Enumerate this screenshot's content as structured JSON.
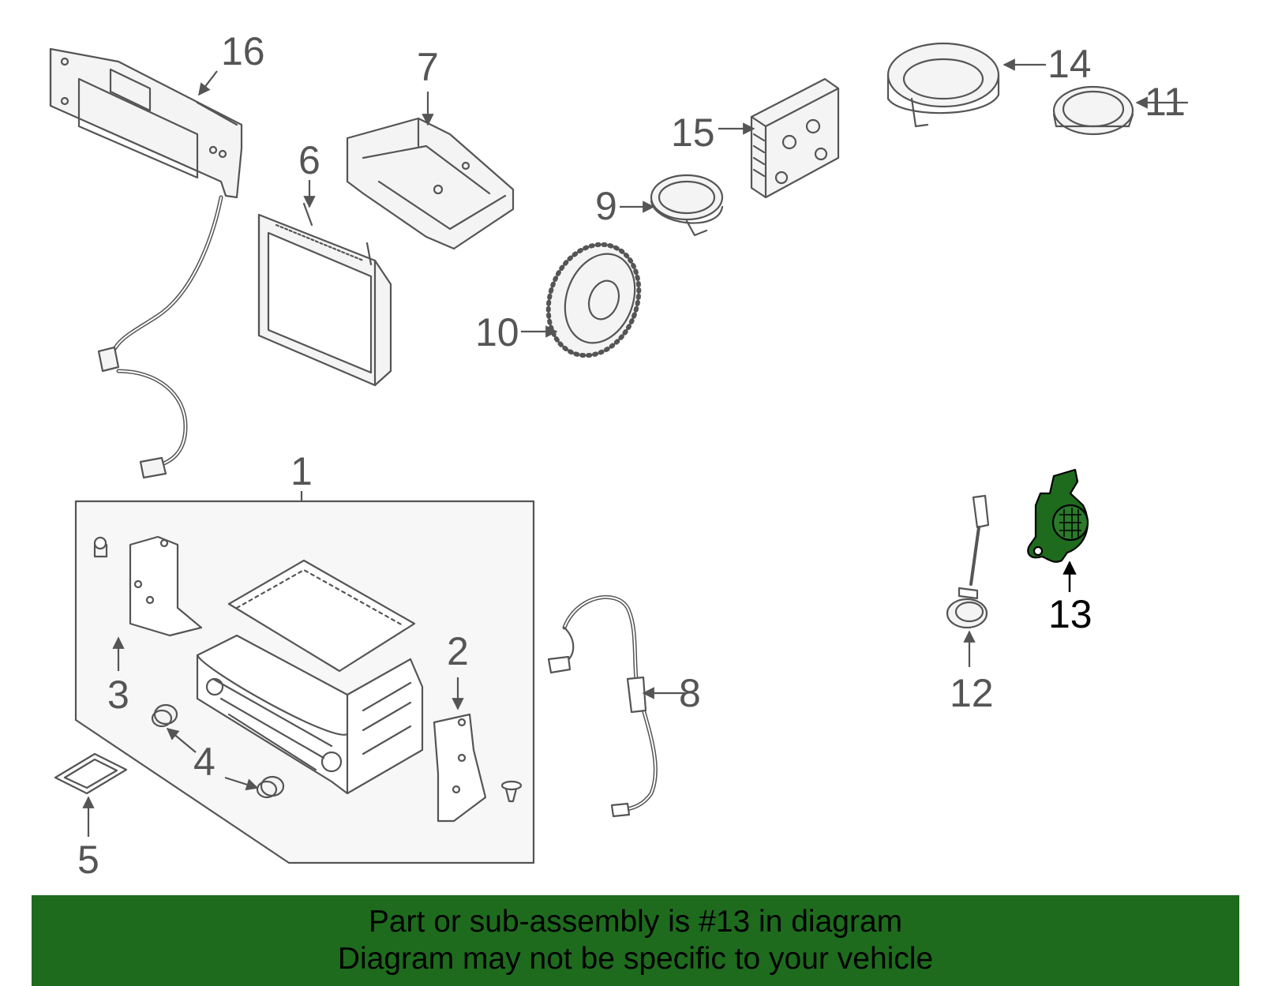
{
  "diagram": {
    "colors": {
      "line": "#555555",
      "fill": "#f4f4f4",
      "highlight": "#1e6b1e",
      "banner": "#1e6b1e"
    },
    "highlighted_part": "13",
    "callouts": {
      "c1": "1",
      "c2": "2",
      "c3": "3",
      "c4": "4",
      "c5": "5",
      "c6": "6",
      "c7": "7",
      "c8": "8",
      "c9": "9",
      "c10": "10",
      "c11": "11",
      "c12": "12",
      "c13": "13",
      "c14": "14",
      "c15": "15",
      "c16": "16"
    }
  },
  "banner": {
    "line1": "Part or sub-assembly is #13 in diagram",
    "line2": "Diagram may not be specific to your vehicle"
  }
}
